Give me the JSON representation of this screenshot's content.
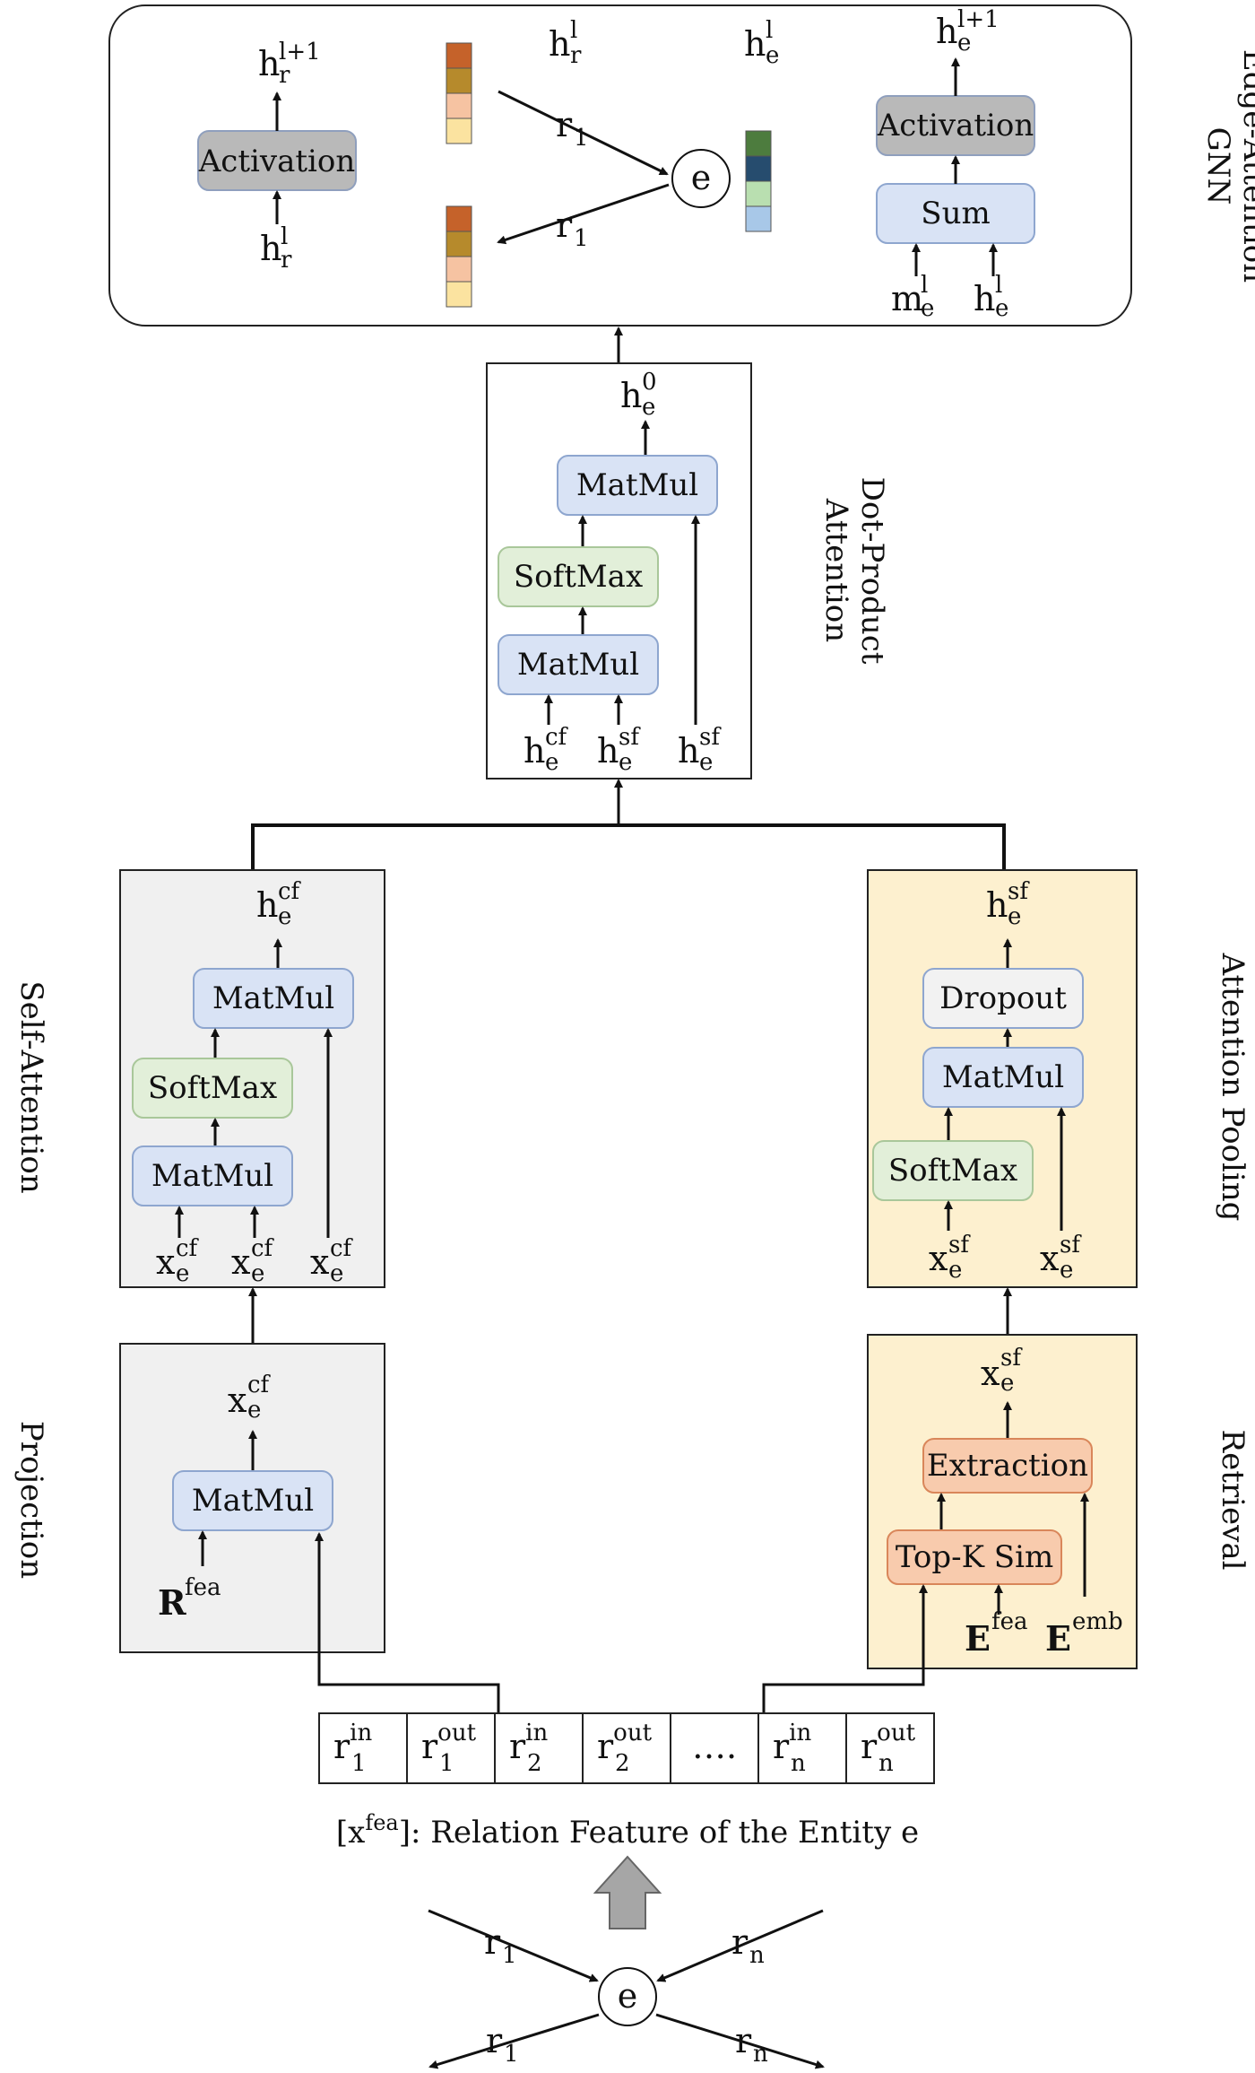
{
  "sections": {
    "gnn": "Edge-Attention\nGNN",
    "dot_product": "Dot-Product\nAttention",
    "self_attention": "Self-Attention",
    "attention_pooling": "Attention Pooling",
    "projection": "Projection",
    "retrieval": "Retrieval"
  },
  "gnn": {
    "activation_left": "Activation",
    "activation_right": "Activation",
    "sum": "Sum",
    "rel_label": "r",
    "rel_sub": "1",
    "entity": "e",
    "relation_colors": [
      "#c5622a",
      "#b68a2c",
      "#f6c3a2",
      "#fbe3a0"
    ],
    "entity_colors": [
      "#4d7c3e",
      "#264c6e",
      "#b9dfb0",
      "#a8c8e8"
    ]
  },
  "dot_product": {
    "matmul_top": "MatMul",
    "softmax": "SoftMax",
    "matmul_bottom": "MatMul"
  },
  "self_attention": {
    "matmul_top": "MatMul",
    "softmax": "SoftMax",
    "matmul_bottom": "MatMul"
  },
  "attention_pooling": {
    "dropout": "Dropout",
    "matmul": "MatMul",
    "softmax": "SoftMax"
  },
  "projection": {
    "matmul": "MatMul"
  },
  "retrieval": {
    "extraction": "Extraction",
    "topk": "Top-K Sim"
  },
  "feature_row": {
    "cells": [
      {
        "base": "r",
        "sup": "in",
        "sub": "1"
      },
      {
        "base": "r",
        "sup": "out",
        "sub": "1"
      },
      {
        "base": "r",
        "sup": "in",
        "sub": "2"
      },
      {
        "base": "r",
        "sup": "out",
        "sub": "2"
      },
      {
        "text": "…."
      },
      {
        "base": "r",
        "sup": "in",
        "sub": "n"
      },
      {
        "base": "r",
        "sup": "out",
        "sub": "n"
      }
    ],
    "caption_prefix": "[x",
    "caption_sup": "fea",
    "caption_rest": "]: Relation Feature of the Entity e"
  },
  "bottom_graph": {
    "entity": "e",
    "r1": "r",
    "r1_sub": "1",
    "rn": "r",
    "rn_sub": "n"
  },
  "colors": {
    "matmul_fill": "#d9e3f5",
    "matmul_stroke": "#8ea6cf",
    "softmax_fill": "#e2efd9",
    "softmax_stroke": "#a9c79a",
    "activation_fill": "#b9b9b9",
    "activation_stroke": "#8f9fbd",
    "orange_fill": "#f8cbad",
    "orange_stroke": "#d9865a",
    "dropout_fill": "#f2f2f2",
    "dropout_stroke": "#8ea6cf",
    "gray_panel": "#f0f0f0",
    "yellow_panel": "#fdf0cf"
  }
}
